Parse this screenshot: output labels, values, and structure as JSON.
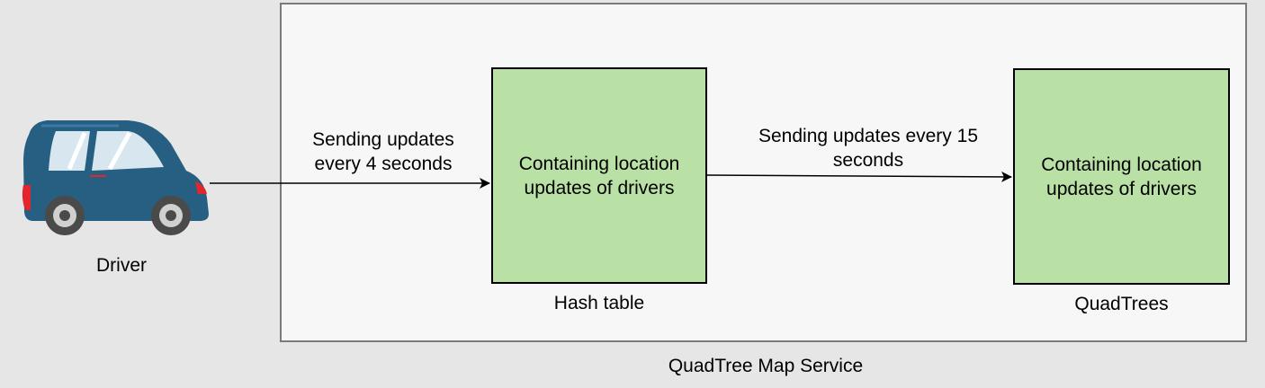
{
  "diagram": {
    "driver": {
      "label": "Driver",
      "icon": "car-icon"
    },
    "service": {
      "label": "QuadTree Map Service"
    },
    "hash_table": {
      "caption": "Hash table",
      "content": "Containing location\nupdates of drivers"
    },
    "quadtrees": {
      "caption": "QuadTrees",
      "content": "Containing location\nupdates of drivers"
    },
    "edges": [
      {
        "from": "driver",
        "to": "hash_table",
        "label": "Sending updates\nevery 4 seconds"
      },
      {
        "from": "hash_table",
        "to": "quadtrees",
        "label": "Sending updates every 15\nseconds"
      }
    ]
  },
  "colors": {
    "background": "#e6e6e6",
    "service_fill": "#f7f7f7",
    "service_border": "#7a7a7a",
    "store_fill": "#b9e0a5",
    "car_body": "#265f82"
  }
}
